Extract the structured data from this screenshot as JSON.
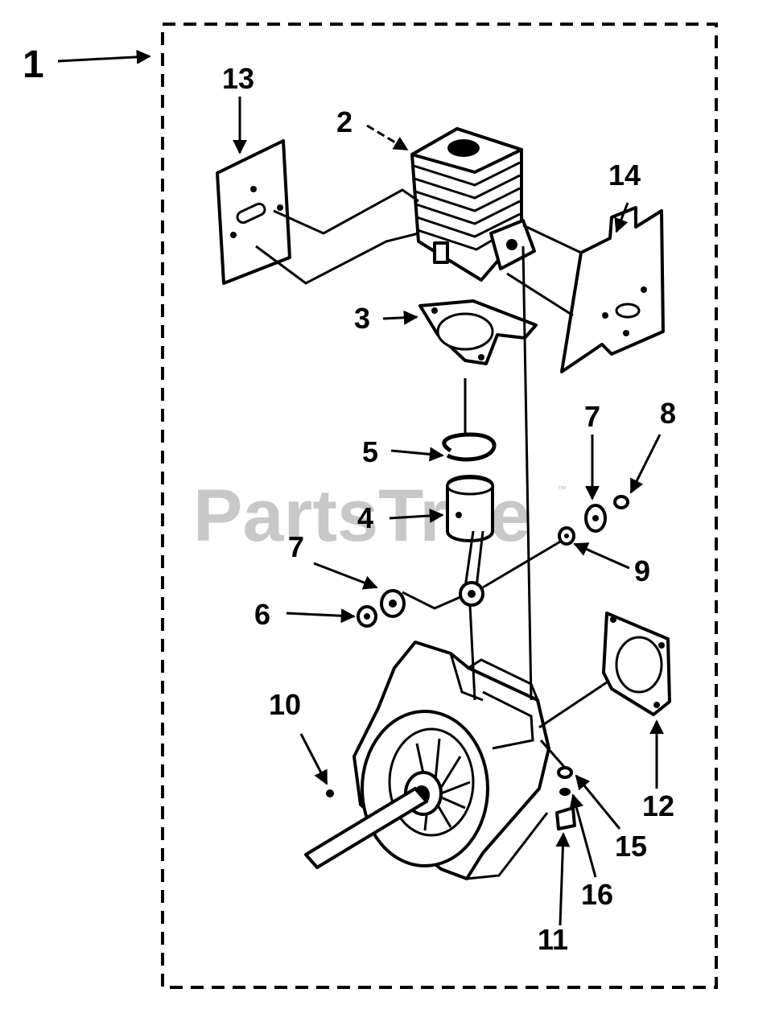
{
  "watermark": {
    "text": "PartsTree",
    "trademark": "™"
  },
  "callouts": {
    "c1": "1",
    "c2": "2",
    "c3": "3",
    "c4": "4",
    "c5": "5",
    "c6": "6",
    "c7a": "7",
    "c7b": "7",
    "c8": "8",
    "c9": "9",
    "c10": "10",
    "c11": "11",
    "c12": "12",
    "c13": "13",
    "c14": "14",
    "c15": "15",
    "c16": "16"
  }
}
